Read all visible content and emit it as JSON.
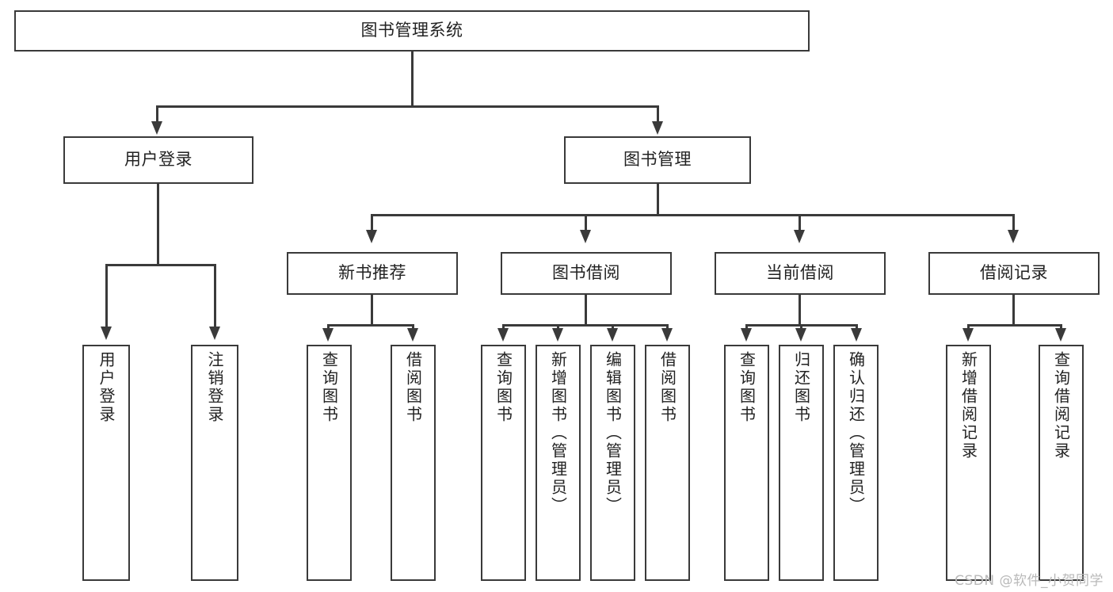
{
  "diagram": {
    "type": "tree-hierarchy",
    "title": "图书管理系统",
    "watermark": "CSDN @软件_小贺同学",
    "colors": {
      "box_border": "#3a3a3a",
      "box_fill": "#ffffff",
      "line": "#3a3a3a",
      "text": "#222222",
      "watermark": "#b9b9b9",
      "background": "#ffffff"
    },
    "root": {
      "label": "图书管理系统"
    },
    "level2": [
      {
        "id": "user-login",
        "label": "用户登录"
      },
      {
        "id": "book-manage",
        "label": "图书管理"
      }
    ],
    "level3": [
      {
        "id": "new-book-recommend",
        "label": "新书推荐",
        "parent": "book-manage"
      },
      {
        "id": "book-borrow",
        "label": "图书借阅",
        "parent": "book-manage"
      },
      {
        "id": "current-borrow",
        "label": "当前借阅",
        "parent": "book-manage"
      },
      {
        "id": "borrow-record",
        "label": "借阅记录",
        "parent": "book-manage"
      }
    ],
    "leaves": {
      "user-login": [
        {
          "id": "leaf-user-login",
          "label": "用户登录"
        },
        {
          "id": "leaf-logout-login",
          "label": "注销登录"
        }
      ],
      "new-book-recommend": [
        {
          "id": "leaf-query-book-1",
          "label": "查询图书"
        },
        {
          "id": "leaf-borrow-book-1",
          "label": "借阅图书"
        }
      ],
      "book-borrow": [
        {
          "id": "leaf-query-book-2",
          "label": "查询图书"
        },
        {
          "id": "leaf-add-book",
          "label": "新增图书（管理员）"
        },
        {
          "id": "leaf-edit-book",
          "label": "编辑图书（管理员）"
        },
        {
          "id": "leaf-borrow-book-2",
          "label": "借阅图书"
        }
      ],
      "current-borrow": [
        {
          "id": "leaf-query-book-3",
          "label": "查询图书"
        },
        {
          "id": "leaf-return-book",
          "label": "归还图书"
        },
        {
          "id": "leaf-confirm-return",
          "label": "确认归还（管理员）"
        }
      ],
      "borrow-record": [
        {
          "id": "leaf-add-record",
          "label": "新增借阅记录"
        },
        {
          "id": "leaf-query-record",
          "label": "查询借阅记录"
        }
      ]
    }
  }
}
